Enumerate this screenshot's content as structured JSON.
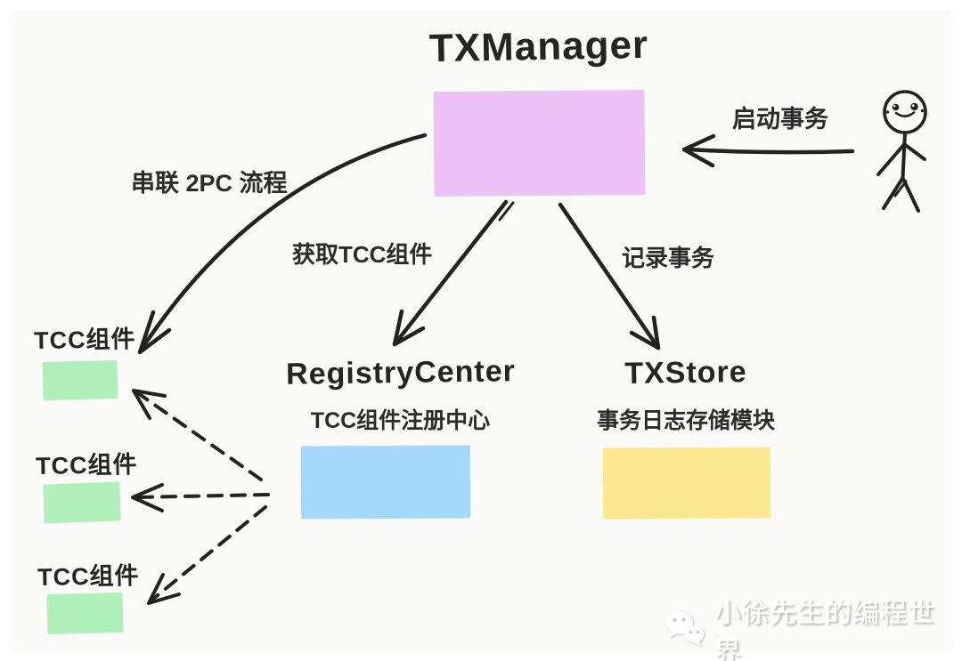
{
  "canvas": {
    "bg": "#FAFAF8",
    "ink": "#222222"
  },
  "diagram": {
    "tx_manager": {
      "title": "TXManager",
      "fill": "#EDC2F6"
    },
    "registry_center": {
      "title": "RegistryCenter",
      "subtitle": "TCC组件注册中心",
      "fill": "#A5D8FA"
    },
    "tx_store": {
      "title": "TXStore",
      "subtitle": "事务日志存储模块",
      "fill": "#FCE98F"
    },
    "tcc_components": [
      {
        "label": "TCC组件",
        "fill": "#B2F0BB"
      },
      {
        "label": "TCC组件",
        "fill": "#B2F0BB"
      },
      {
        "label": "TCC组件",
        "fill": "#B2F0BB"
      }
    ],
    "edges": {
      "start_tx": {
        "label": "启动事务",
        "style": "solid",
        "from": "user",
        "to": "tx_manager"
      },
      "chain_2pc": {
        "label": "串联 2PC 流程",
        "style": "solid-curved",
        "from": "tx_manager",
        "to": "tcc_components"
      },
      "get_tcc": {
        "label": "获取TCC组件",
        "style": "solid",
        "from": "tx_manager",
        "to": "registry_center"
      },
      "record_tx": {
        "label": "记录事务",
        "style": "solid",
        "from": "tx_manager",
        "to": "tx_store"
      },
      "registry_to_tcc": {
        "label": "",
        "style": "dashed",
        "count": 3
      }
    },
    "actor": {
      "icon": "stick-figure-person"
    }
  },
  "watermark": {
    "icon": "wechat-logo",
    "text": "小徐先生的编程世界"
  }
}
